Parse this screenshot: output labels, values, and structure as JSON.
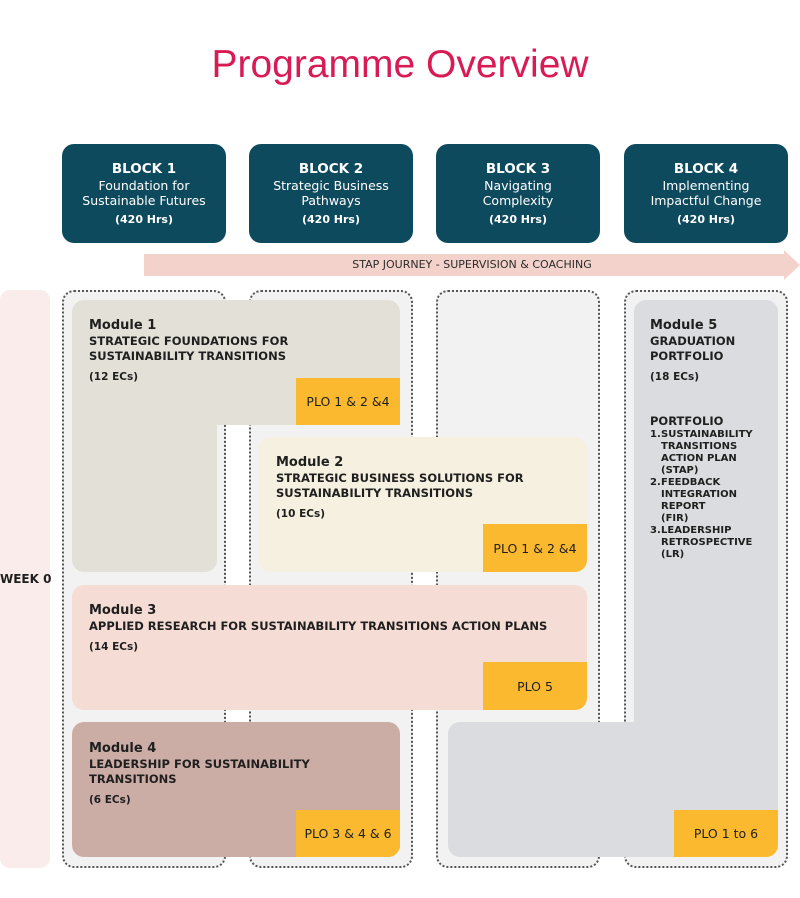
{
  "title": "Programme Overview",
  "blocks": [
    {
      "label": "BLOCK 1",
      "name": "Foundation for\nSustainable Futures",
      "hours": "(420 Hrs)"
    },
    {
      "label": "BLOCK 2",
      "name": "Strategic Business\nPathways",
      "hours": "(420 Hrs)"
    },
    {
      "label": "BLOCK 3",
      "name": "Navigating\nComplexity",
      "hours": "(420 Hrs)"
    },
    {
      "label": "BLOCK 4",
      "name": "Implementing\nImpactful Change",
      "hours": "(420 Hrs)"
    }
  ],
  "journey": "STAP JOURNEY - SUPERVISION & COACHING",
  "week_label": "WEEK 0",
  "modules": [
    {
      "title": "Module 1",
      "desc": "STRATEGIC FOUNDATIONS FOR\nSUSTAINABILITY TRANSITIONS",
      "ecs": "(12 ECs)",
      "plo": "PLO 1 & 2 &4",
      "color": "#e3e1d7"
    },
    {
      "title": "Module 2",
      "desc": "STRATEGIC BUSINESS SOLUTIONS FOR\nSUSTAINABILITY TRANSITIONS",
      "ecs": "(10 ECs)",
      "plo": "PLO 1 & 2 &4",
      "color": "#f6f0e0"
    },
    {
      "title": "Module 3",
      "desc": "APPLIED RESEARCH FOR SUSTAINABILITY TRANSITIONS ACTION PLANS",
      "ecs": "(14 ECs)",
      "plo": "PLO 5",
      "color": "#f5dcd5"
    },
    {
      "title": "Module 4",
      "desc": "LEADERSHIP FOR SUSTAINABILITY TRANSITIONS",
      "ecs": "(6 ECs)",
      "plo": "PLO 3 & 4 & 6",
      "color": "#ccada6"
    },
    {
      "title": "Module 5",
      "desc": "GRADUATION\nPORTFOLIO",
      "ecs": "(18 ECs)",
      "plo": "PLO 1 to 6",
      "color": "#dadcdf",
      "portfolio_title": "PORTFOLIO",
      "portfolio_items": [
        {
          "num": "1.",
          "text": "SUSTAINABILITY\nTRANSITIONS\nACTION PLAN\n(STAP)"
        },
        {
          "num": "2.",
          "text": "FEEDBACK\nINTEGRATION\nREPORT\n(FIR)"
        },
        {
          "num": "3.",
          "text": "LEADERSHIP\nRETROSPECTIVE\n(LR)"
        }
      ]
    }
  ],
  "colors": {
    "title": "#d81b55",
    "block": "#0e4a5e",
    "plo": "#fbb92f",
    "arrow": "#f4d2cc"
  }
}
